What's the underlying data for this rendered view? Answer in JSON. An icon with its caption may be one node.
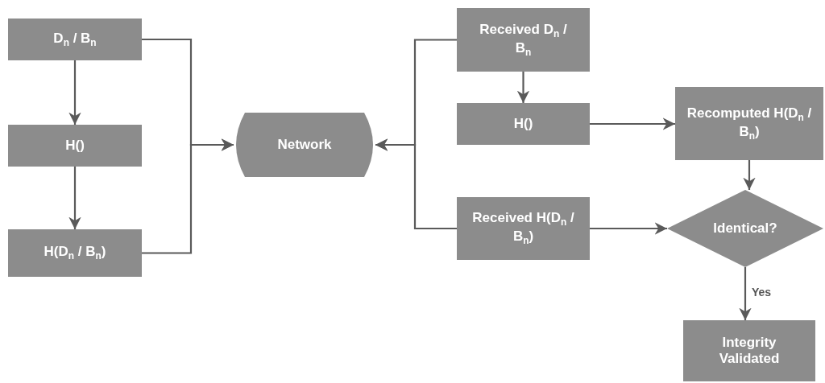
{
  "diagram": {
    "nodes": [
      {
        "text": [
          "D$_{n}$ / B$_{n}$"
        ]
      },
      {
        "text": [
          "H()"
        ]
      },
      {
        "text": [
          "H(D$_{n}$ / B$_{n}$)"
        ]
      },
      {
        "text": [
          "Network"
        ]
      },
      {
        "text": [
          "Received D$_{n}$ / B$_{n}$"
        ]
      },
      {
        "text": [
          "H()"
        ]
      },
      {
        "text": [
          "Received H(D$_{n}$ / B$_{n}$)"
        ]
      },
      {
        "text": [
          "Recomputed H(D$_{n}$ / B$_{n}$)"
        ]
      },
      {
        "text": [
          "Identical?"
        ]
      },
      {
        "text": [
          "Integrity Validated"
        ]
      }
    ],
    "edges": [
      {
        "from": 0,
        "to": 1,
        "arrow": "to"
      },
      {
        "from": 1,
        "to": 2,
        "arrow": "to"
      },
      {
        "from": 0,
        "to": 3,
        "arrow": "to"
      },
      {
        "from": 2,
        "to": 3,
        "arrow": "to"
      },
      {
        "from": 4,
        "to": 3,
        "arrow": "to"
      },
      {
        "from": 6,
        "to": 3,
        "arrow": "to"
      },
      {
        "from": 4,
        "to": 5,
        "arrow": "to"
      },
      {
        "from": 5,
        "to": 7,
        "arrow": "to"
      },
      {
        "from": 7,
        "to": 8,
        "arrow": "to"
      },
      {
        "from": 6,
        "to": 8,
        "arrow": "to"
      },
      {
        "from": 8,
        "to": 9,
        "arrow": "to",
        "label": "Yes"
      }
    ]
  }
}
